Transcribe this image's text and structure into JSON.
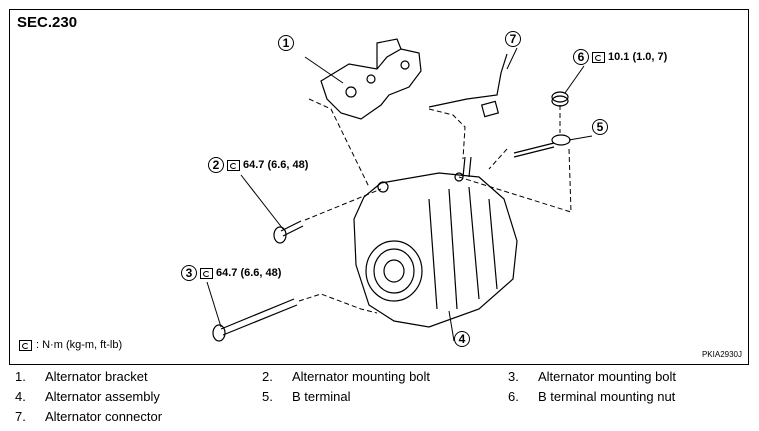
{
  "section": "SEC.230",
  "callouts": [
    {
      "num": "1",
      "torque": ""
    },
    {
      "num": "2",
      "torque": "64.7 (6.6, 48)"
    },
    {
      "num": "3",
      "torque": "64.7 (6.6, 48)"
    },
    {
      "num": "4",
      "torque": ""
    },
    {
      "num": "5",
      "torque": ""
    },
    {
      "num": "6",
      "torque": "10.1 (1.0, 7)"
    },
    {
      "num": "7",
      "torque": ""
    }
  ],
  "legend": ": N·m (kg-m, ft-lb)",
  "figure_code": "PKIA2930J",
  "parts": [
    {
      "num": "1.",
      "name": "Alternator bracket"
    },
    {
      "num": "2.",
      "name": "Alternator mounting bolt"
    },
    {
      "num": "3.",
      "name": "Alternator mounting bolt"
    },
    {
      "num": "4.",
      "name": "Alternator assembly"
    },
    {
      "num": "5.",
      "name": "B terminal"
    },
    {
      "num": "6.",
      "name": "B terminal mounting nut"
    },
    {
      "num": "7.",
      "name": "Alternator connector"
    }
  ]
}
